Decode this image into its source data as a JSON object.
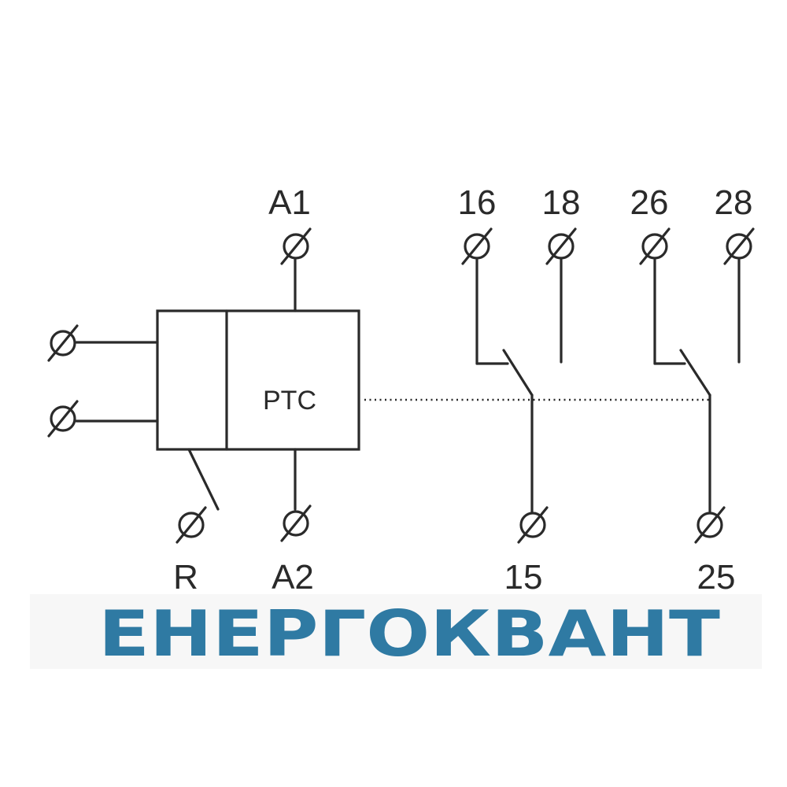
{
  "component": {
    "label": "PTC"
  },
  "terminals": {
    "a1": "A1",
    "a2": "A2",
    "r": "R",
    "t16": "16",
    "t18": "18",
    "t26": "26",
    "t28": "28",
    "t15": "15",
    "t25": "25"
  },
  "brand": {
    "logo_text": "ЕНЕРГОКВАНТ",
    "color": "#2f7aa3"
  },
  "line_color": "#2a2a2a"
}
